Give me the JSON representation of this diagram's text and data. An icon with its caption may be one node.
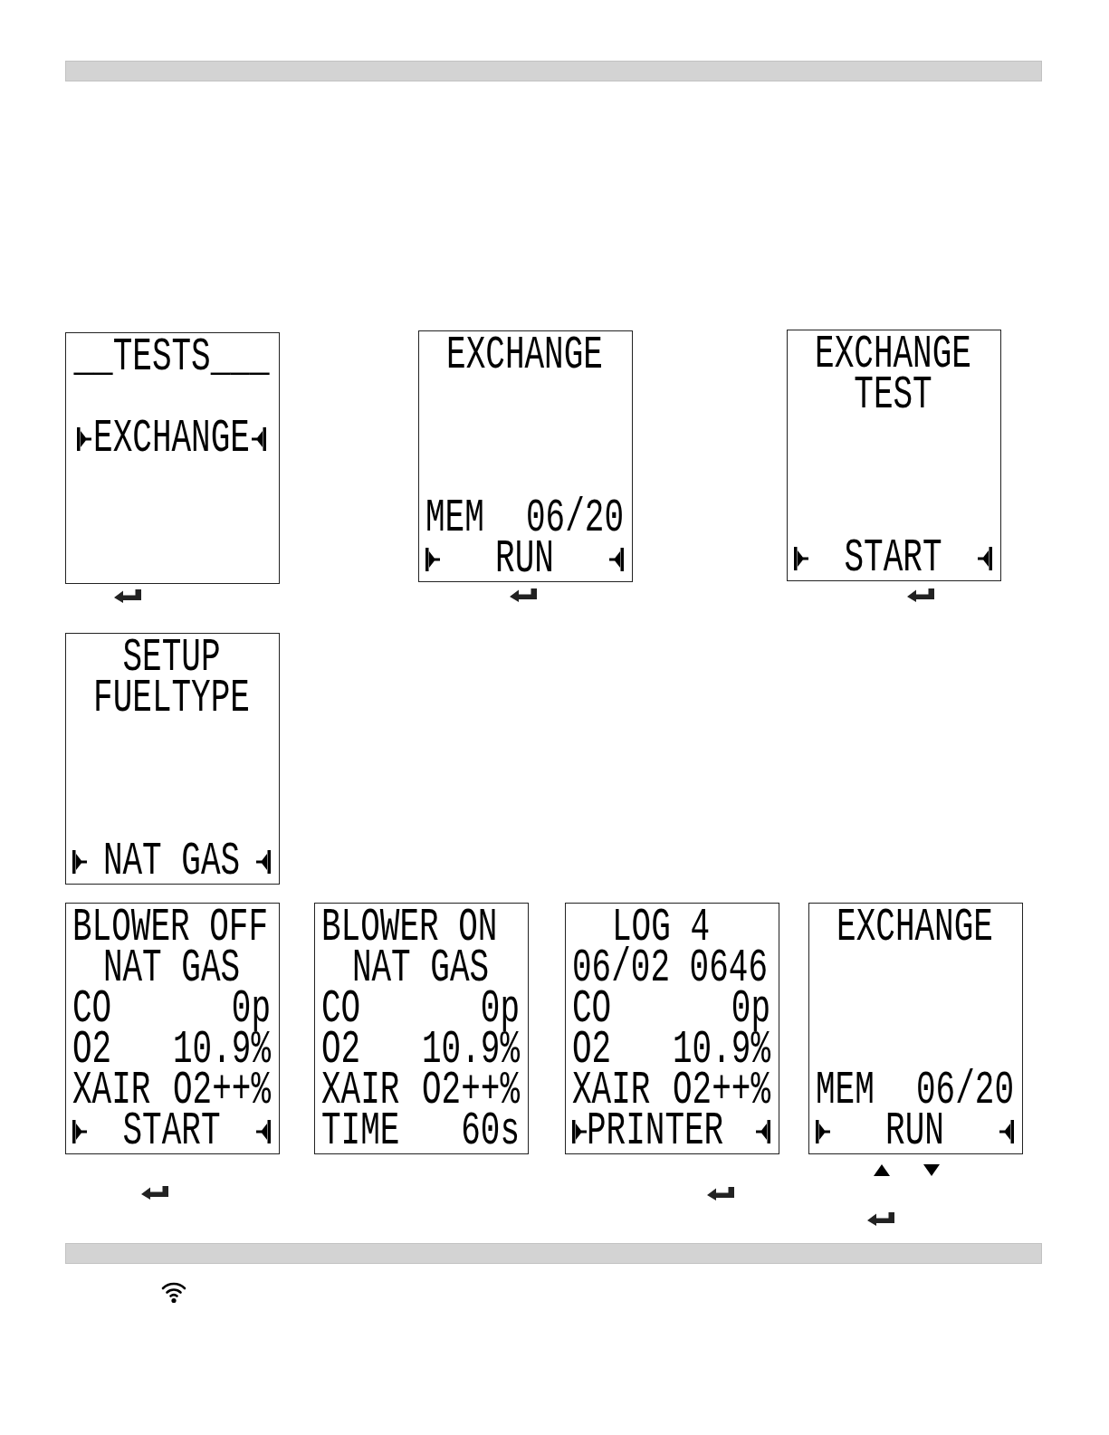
{
  "diagram": {
    "nodes": [
      {
        "text": [],
        "shape": "bar"
      },
      {
        "text": [
          "__TESTS___",
          "EXCHANGE"
        ]
      },
      {
        "text": [
          "EXCHANGE",
          "MEM",
          "06/20",
          "RUN"
        ]
      },
      {
        "text": [
          "EXCHANGE",
          "TEST",
          "START"
        ]
      },
      {
        "text": [
          "SETUP",
          "FUELTYPE",
          "NAT GAS"
        ]
      },
      {
        "text": [
          "BLOWER OFF",
          "NAT GAS",
          "CO",
          "0p",
          "O2",
          "10.9%",
          "XAIR",
          "O2++%",
          "START"
        ]
      },
      {
        "text": [
          "BLOWER ON",
          "NAT GAS",
          "CO",
          "0p",
          "O2",
          "10.9%",
          "XAIR",
          "O2++%",
          "TIME",
          "60s"
        ]
      },
      {
        "text": [
          "LOG 4",
          "06/02 0646",
          "CO",
          "0p",
          "O2",
          "10.9%",
          "XAIR",
          "O2++%",
          "PRINTER"
        ]
      },
      {
        "text": [
          "EXCHANGE",
          "MEM",
          "06/20",
          "RUN"
        ]
      },
      {
        "text": [],
        "shape": "bar"
      }
    ]
  }
}
